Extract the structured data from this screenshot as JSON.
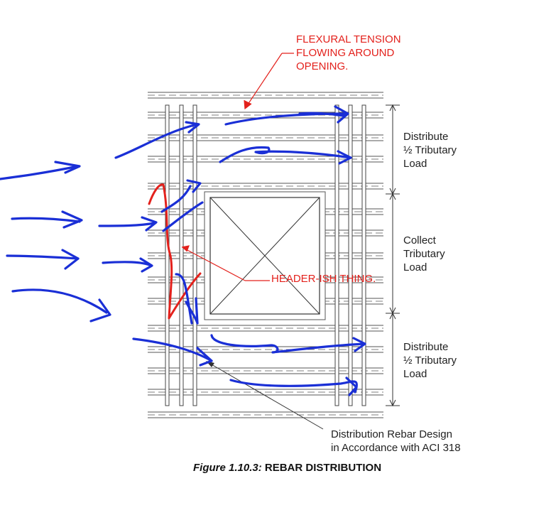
{
  "annotations": {
    "flexural_tension": [
      "FLEXURAL TENSION",
      "FLOWING AROUND",
      "OPENING."
    ],
    "header_ish": "HEADER-ISH THING."
  },
  "labels": {
    "distribute_top": [
      "Distribute",
      "½ Tributary",
      "Load"
    ],
    "collect": [
      "Collect",
      "Tributary",
      "Load"
    ],
    "distribute_bottom": [
      "Distribute",
      "½ Tributary",
      "Load"
    ],
    "rebar_design": [
      "Distribution Rebar Design",
      "in Accordance with ACI 318"
    ]
  },
  "caption": {
    "number": "Figure 1.10.3:",
    "title": "REBAR DISTRIBUTION"
  },
  "colors": {
    "annotation_red": "#e3211c",
    "sketch_blue": "#1a2fd6",
    "drawing_black": "#333333"
  }
}
